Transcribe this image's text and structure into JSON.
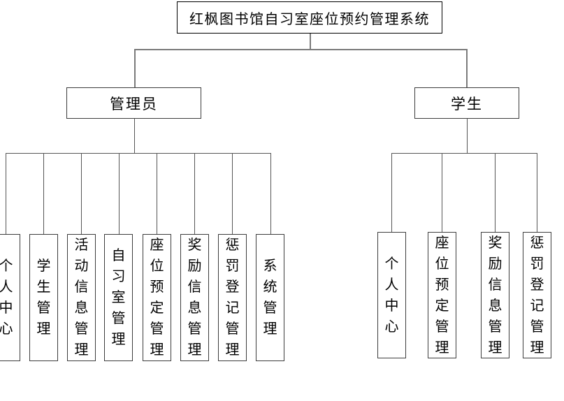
{
  "diagram": {
    "root_label": "红枫图书馆自习室座位预约管理系统",
    "branches": [
      {
        "label": "管理员",
        "children": [
          "个人中心",
          "学生管理",
          "活动信息管理",
          "自习室管理",
          "座位预定管理",
          "奖励信息管理",
          "惩罚登记管理",
          "系统管理"
        ]
      },
      {
        "label": "学生",
        "children": [
          "个人中心",
          "座位预定管理",
          "奖励信息管理",
          "惩罚登记管理"
        ]
      }
    ]
  },
  "colors": {
    "background": "#ffffff",
    "box_border": "#3c3c3c",
    "title_border": "#000000",
    "connector_primary": "#7a7a7a",
    "connector_secondary": "#555555",
    "text": "#000000"
  }
}
